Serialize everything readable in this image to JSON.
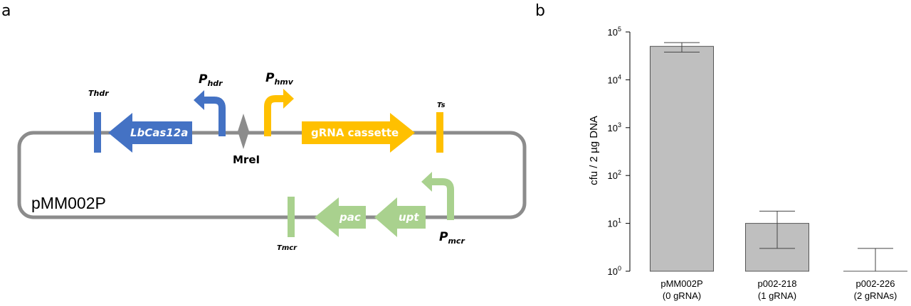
{
  "panel_a": {
    "letter": "a",
    "plasmid_name": "pMM002P",
    "colors": {
      "backbone": "#8c8c8c",
      "blue": "#4472c4",
      "gold": "#ffc000",
      "green": "#a9d18e",
      "grey_site": "#8c8c8c"
    },
    "genes": {
      "lbcas12a": "LbCas12a",
      "grna": "gRNA cassette",
      "pac": "pac",
      "upt": "upt"
    },
    "promoters": {
      "hdr_main": "P",
      "hdr_sub": "hdr",
      "hmv_main": "P",
      "hmv_sub": "hmv",
      "mcr_main": "P",
      "mcr_sub": "mcr"
    },
    "terminators": {
      "thdr": "Thdr",
      "ts": "Ts",
      "tmcr": "Tmcr"
    },
    "site": "MreI"
  },
  "panel_b": {
    "letter": "b",
    "bar_color": "#bfbfbf"
  },
  "chart_data": {
    "type": "bar",
    "scale": "log10",
    "ylabel": "cfu / 2 µg DNA",
    "ylim": [
      1,
      100000
    ],
    "yticks": [
      {
        "value": 1,
        "base": "10",
        "exp": "0"
      },
      {
        "value": 10,
        "base": "10",
        "exp": "1"
      },
      {
        "value": 100,
        "base": "10",
        "exp": "2"
      },
      {
        "value": 1000,
        "base": "10",
        "exp": "3"
      },
      {
        "value": 10000,
        "base": "10",
        "exp": "4"
      },
      {
        "value": 100000,
        "base": "10",
        "exp": "5"
      }
    ],
    "categories": [
      {
        "line1": "pMM002P",
        "line2": "(0 gRNA)"
      },
      {
        "line1": "p002-218",
        "line2": "(1 gRNA)"
      },
      {
        "line1": "p002-226",
        "line2": "(2 gRNAs)"
      }
    ],
    "values": [
      50000,
      10,
      1
    ],
    "error_low": [
      38000,
      3,
      1
    ],
    "error_high": [
      60000,
      18,
      3
    ]
  }
}
